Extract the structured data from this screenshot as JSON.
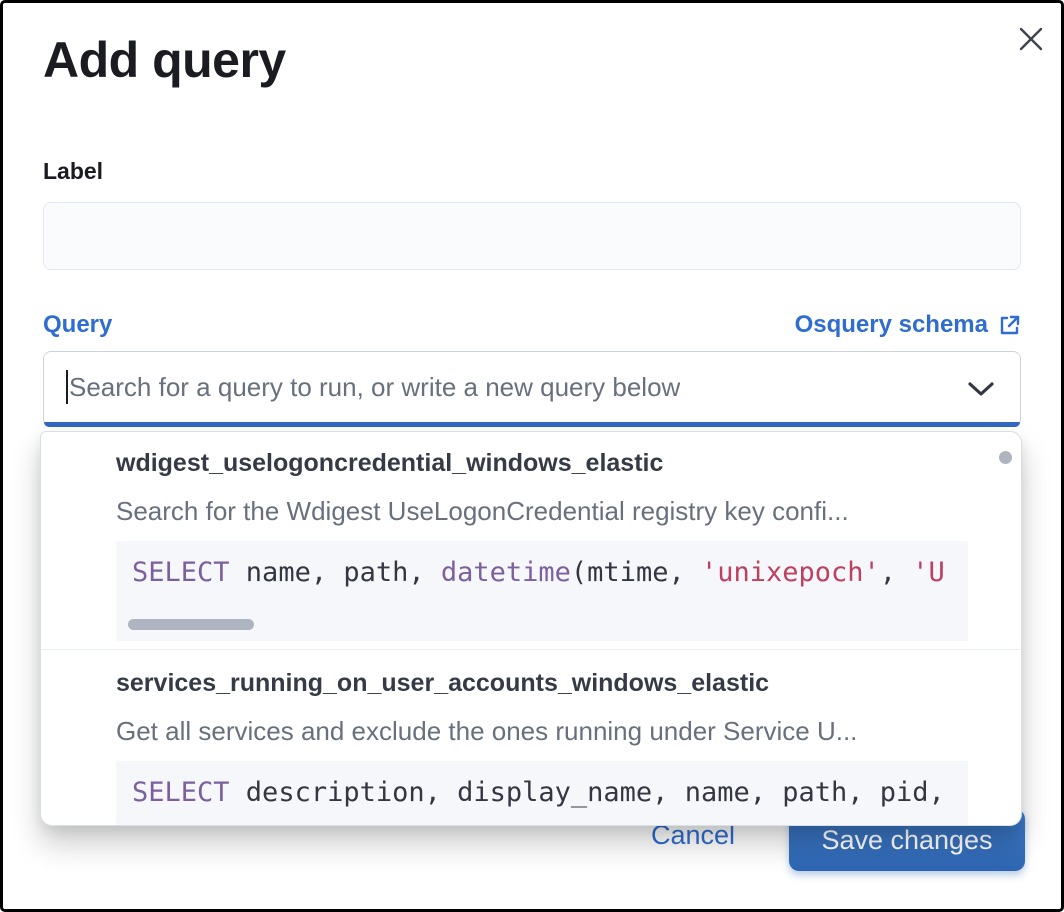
{
  "modal": {
    "title": "Add query",
    "close_icon": "close-x-icon"
  },
  "form": {
    "label_field": {
      "label": "Label",
      "value": ""
    },
    "query_field": {
      "label": "Query",
      "schema_link_label": "Osquery schema",
      "schema_link_icon": "external-link-icon",
      "placeholder": "Search for a query to run, or write a new query below",
      "value": "",
      "dropdown_icon": "chevron-down-icon"
    }
  },
  "dropdown": {
    "scroll_indicator": "vertical-scrollbar-dot",
    "options": [
      {
        "title": "wdigest_uselogoncredential_windows_elastic",
        "description": "Search for the Wdigest UseLogonCredential registry key confi...",
        "code_tokens": [
          {
            "type": "keyword",
            "text": "SELECT"
          },
          {
            "type": "plain",
            "text": " name, path, "
          },
          {
            "type": "keyword",
            "text": "datetime"
          },
          {
            "type": "plain",
            "text": "(mtime, "
          },
          {
            "type": "string",
            "text": "'unixepoch'"
          },
          {
            "type": "plain",
            "text": ", "
          },
          {
            "type": "string",
            "text": "'U"
          }
        ],
        "has_horizontal_scrollbar": true
      },
      {
        "title": "services_running_on_user_accounts_windows_elastic",
        "description": "Get all services and exclude the ones running under Service U...",
        "code_tokens": [
          {
            "type": "keyword",
            "text": "SELECT"
          },
          {
            "type": "plain",
            "text": " description, display_name, name, path, pid,"
          }
        ],
        "has_horizontal_scrollbar": false
      }
    ]
  },
  "footer": {
    "cancel_label": "Cancel",
    "save_label": "Save changes"
  },
  "colors": {
    "accent_blue": "#2f6dd0",
    "focus_underline_blue": "#3268c2",
    "button_blue": "#3573c1",
    "keyword_purple": "#7c609e",
    "string_red": "#bd4060",
    "code_background": "#f5f7fa",
    "text_dark": "#1a1c21",
    "text_gray": "#69707d"
  }
}
